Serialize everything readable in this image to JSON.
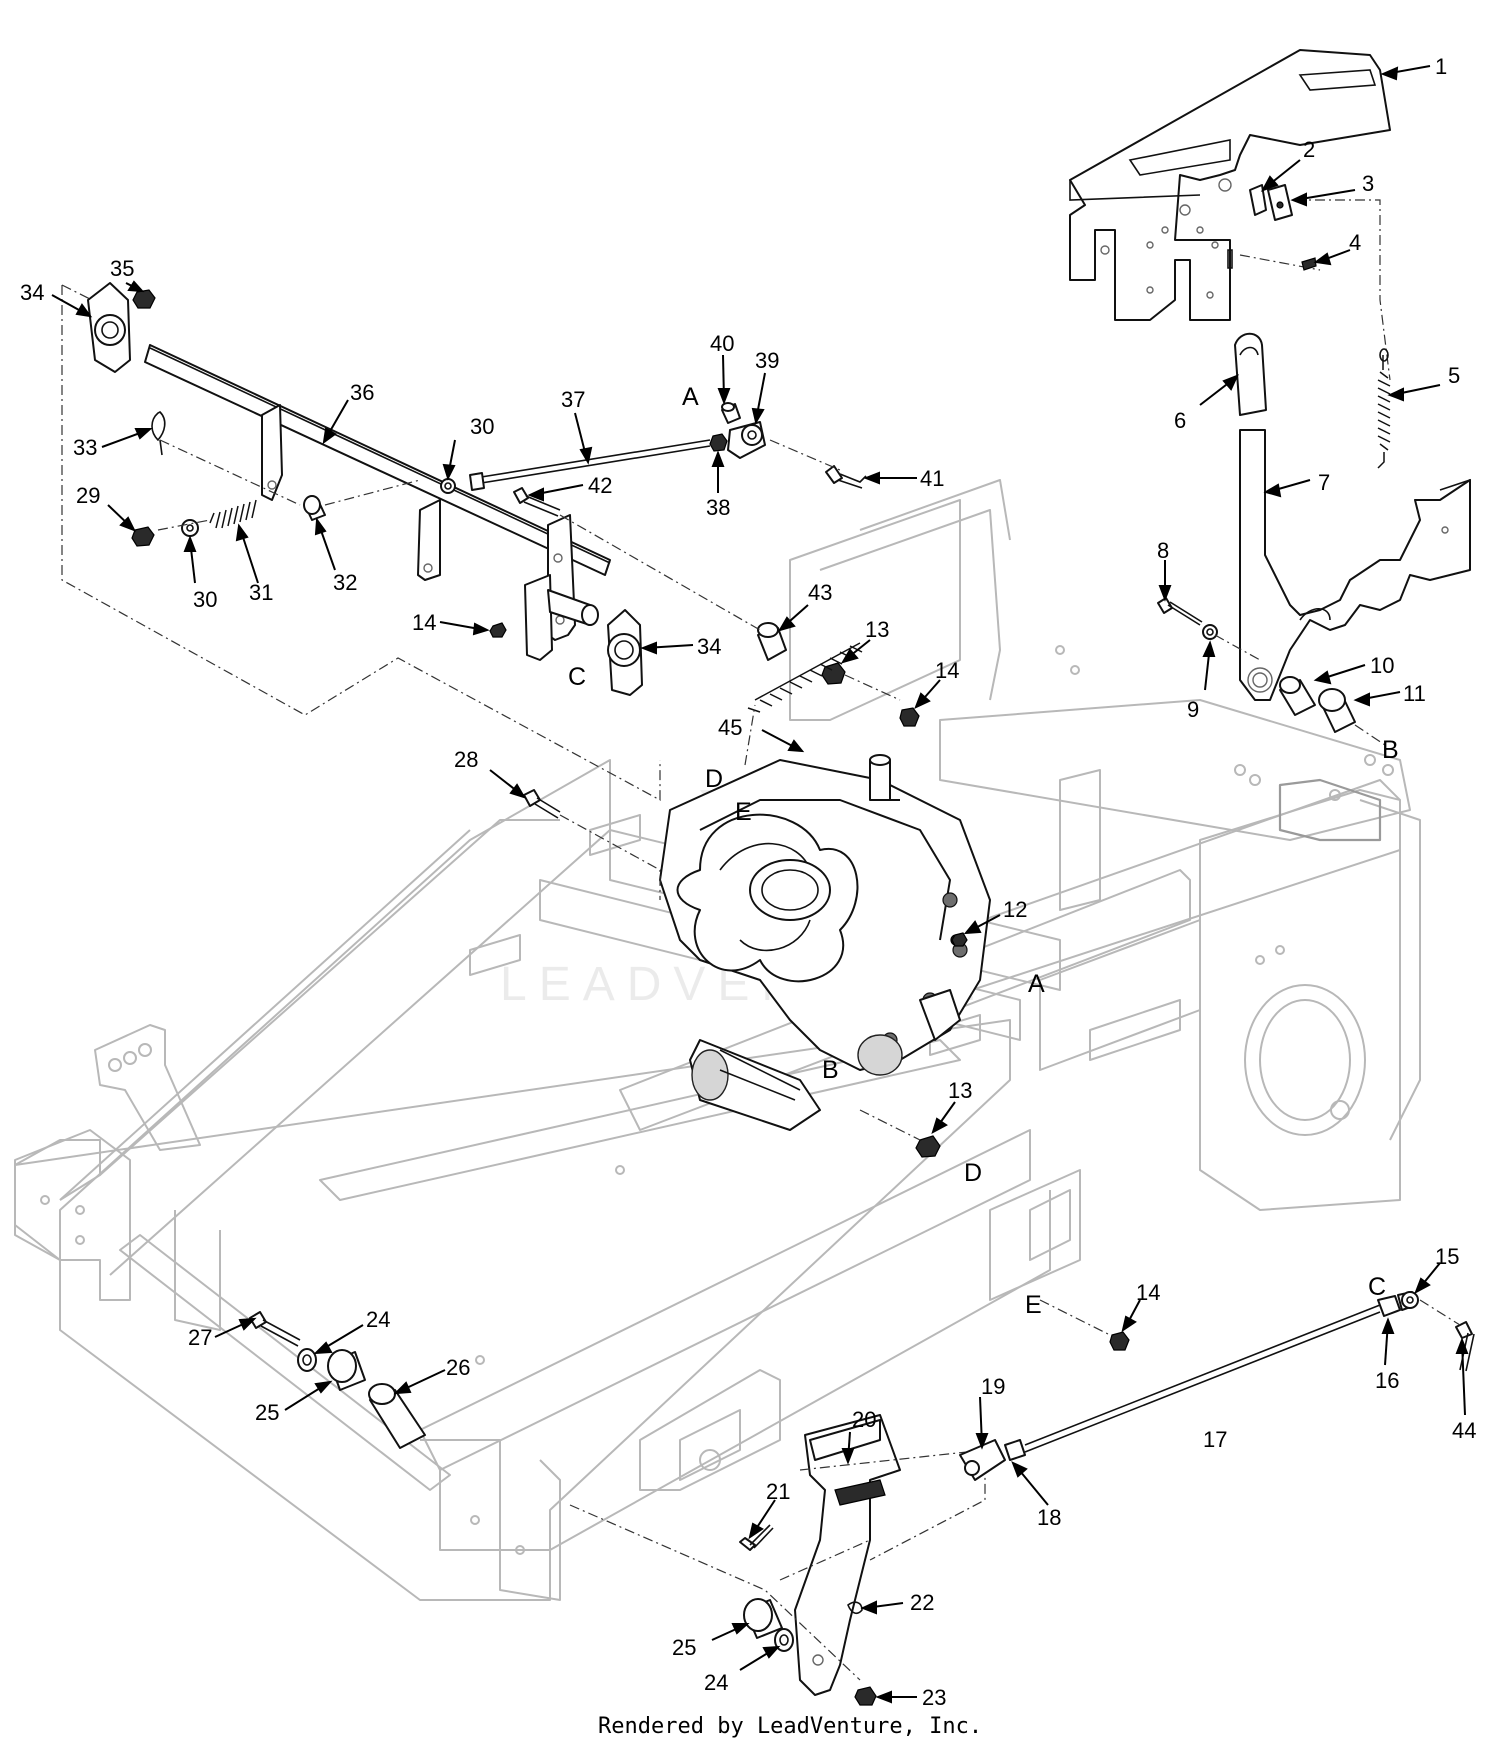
{
  "callouts": [
    {
      "id": "1",
      "label": "1"
    },
    {
      "id": "2",
      "label": "2"
    },
    {
      "id": "3",
      "label": "3"
    },
    {
      "id": "4",
      "label": "4"
    },
    {
      "id": "5",
      "label": "5"
    },
    {
      "id": "6",
      "label": "6"
    },
    {
      "id": "7",
      "label": "7"
    },
    {
      "id": "8",
      "label": "8"
    },
    {
      "id": "9",
      "label": "9"
    },
    {
      "id": "10",
      "label": "10"
    },
    {
      "id": "11",
      "label": "11"
    },
    {
      "id": "12",
      "label": "12"
    },
    {
      "id": "13a",
      "label": "13"
    },
    {
      "id": "13b",
      "label": "13"
    },
    {
      "id": "14a",
      "label": "14"
    },
    {
      "id": "14b",
      "label": "14"
    },
    {
      "id": "14c",
      "label": "14"
    },
    {
      "id": "15",
      "label": "15"
    },
    {
      "id": "16",
      "label": "16"
    },
    {
      "id": "17",
      "label": "17"
    },
    {
      "id": "18",
      "label": "18"
    },
    {
      "id": "19",
      "label": "19"
    },
    {
      "id": "20",
      "label": "20"
    },
    {
      "id": "21",
      "label": "21"
    },
    {
      "id": "22",
      "label": "22"
    },
    {
      "id": "23",
      "label": "23"
    },
    {
      "id": "24a",
      "label": "24"
    },
    {
      "id": "24b",
      "label": "24"
    },
    {
      "id": "25a",
      "label": "25"
    },
    {
      "id": "25b",
      "label": "25"
    },
    {
      "id": "26",
      "label": "26"
    },
    {
      "id": "27",
      "label": "27"
    },
    {
      "id": "28",
      "label": "28"
    },
    {
      "id": "29",
      "label": "29"
    },
    {
      "id": "30a",
      "label": "30"
    },
    {
      "id": "30b",
      "label": "30"
    },
    {
      "id": "31",
      "label": "31"
    },
    {
      "id": "32",
      "label": "32"
    },
    {
      "id": "33",
      "label": "33"
    },
    {
      "id": "34a",
      "label": "34"
    },
    {
      "id": "34b",
      "label": "34"
    },
    {
      "id": "35",
      "label": "35"
    },
    {
      "id": "36",
      "label": "36"
    },
    {
      "id": "37",
      "label": "37"
    },
    {
      "id": "38",
      "label": "38"
    },
    {
      "id": "39",
      "label": "39"
    },
    {
      "id": "40",
      "label": "40"
    },
    {
      "id": "41",
      "label": "41"
    },
    {
      "id": "42",
      "label": "42"
    },
    {
      "id": "43",
      "label": "43"
    },
    {
      "id": "44",
      "label": "44"
    },
    {
      "id": "45",
      "label": "45"
    }
  ],
  "connection_letters": [
    {
      "id": "A1",
      "label": "A"
    },
    {
      "id": "A2",
      "label": "A"
    },
    {
      "id": "B1",
      "label": "B"
    },
    {
      "id": "B2",
      "label": "B"
    },
    {
      "id": "C1",
      "label": "C"
    },
    {
      "id": "C2",
      "label": "C"
    },
    {
      "id": "D1",
      "label": "D"
    },
    {
      "id": "D2",
      "label": "D"
    },
    {
      "id": "E1",
      "label": "E"
    },
    {
      "id": "E2",
      "label": "E"
    }
  ],
  "footer": {
    "text": "Rendered by LeadVenture, Inc."
  },
  "watermark": {
    "text": "LEADVENTURE"
  },
  "colors": {
    "line": "#111111",
    "frame": "#b8b8b8",
    "background": "#ffffff"
  }
}
